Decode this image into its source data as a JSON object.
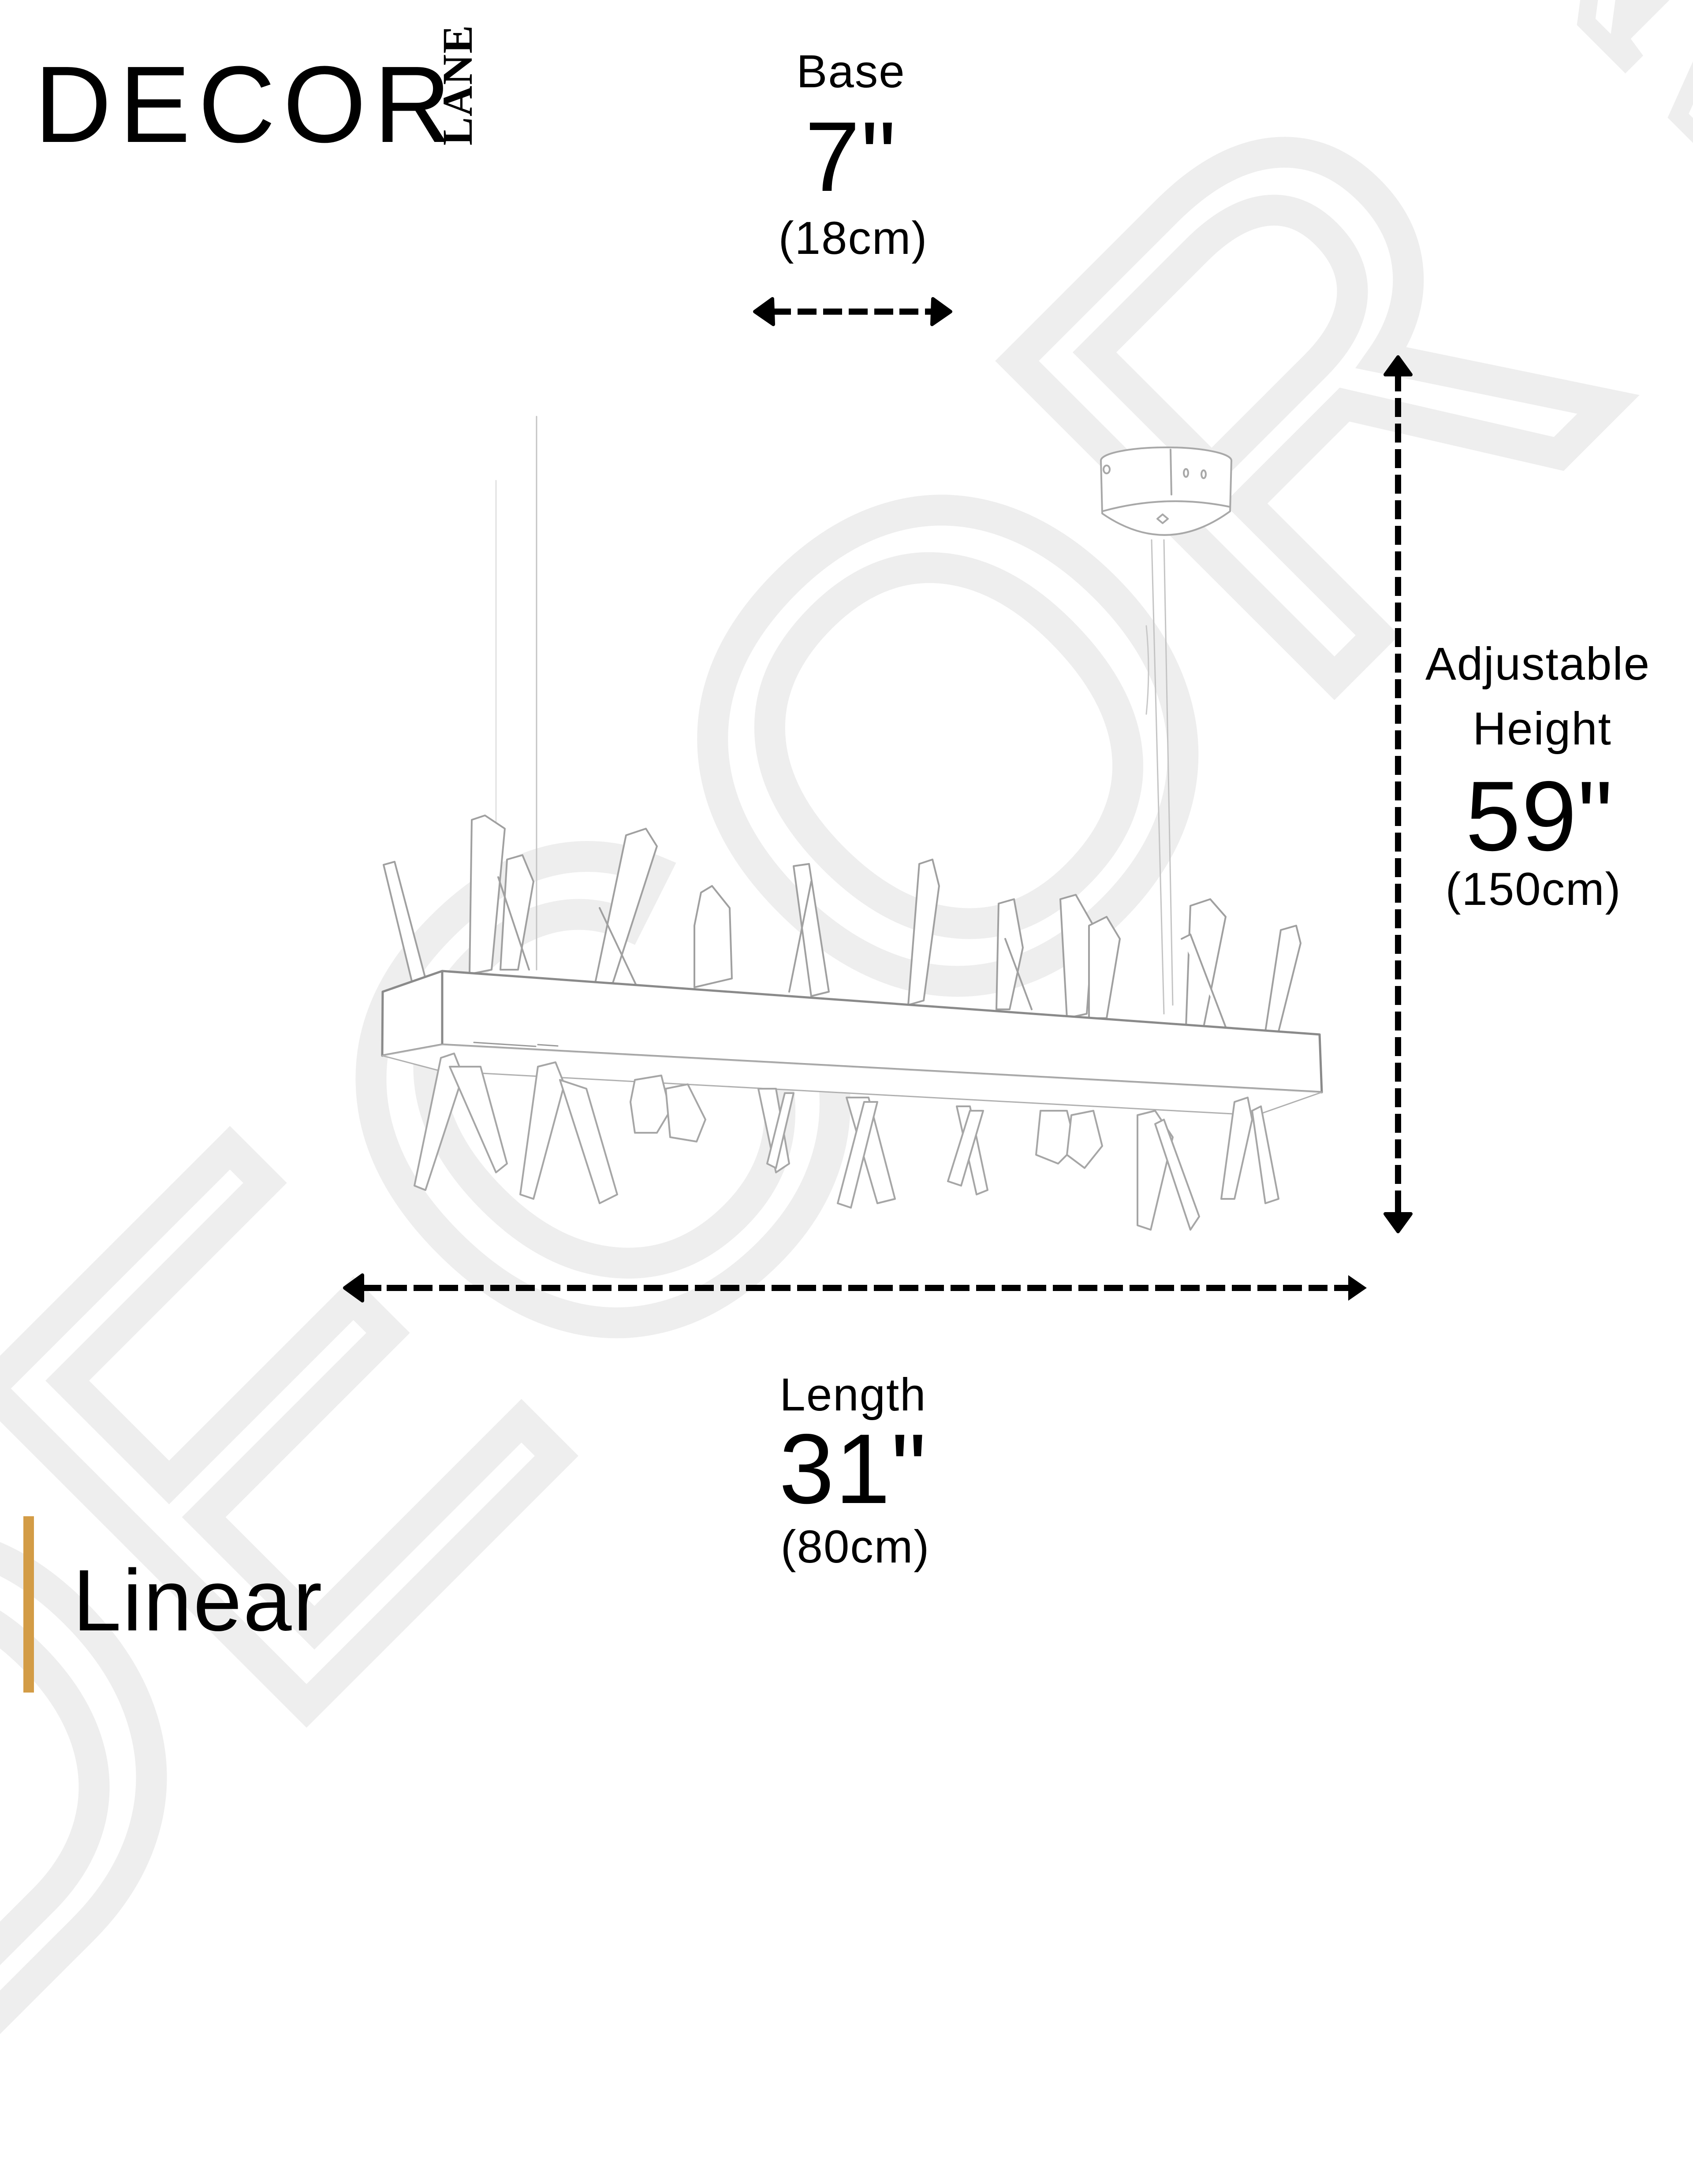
{
  "brand": {
    "name_main": "DECOR",
    "name_sub": "LANE",
    "watermark_main": "DECOR",
    "watermark_sub": "LANE"
  },
  "product": {
    "style_label": "Linear",
    "accent_color": "#D39C46"
  },
  "dimensions": {
    "base": {
      "label": "Base",
      "imperial": "7\"",
      "metric": "(18cm)",
      "arrow_direction": "horizontal"
    },
    "height": {
      "label_line1": "Adjustable",
      "label_line2": "Height",
      "imperial": "59\"",
      "metric": "(150cm)",
      "arrow_direction": "vertical"
    },
    "length": {
      "label": "Length",
      "imperial": "31\"",
      "metric": "(80cm)",
      "arrow_direction": "horizontal"
    }
  },
  "illustration": {
    "subject": "linear crystal chandelier sketch",
    "line_color": "#9a9a9a"
  }
}
